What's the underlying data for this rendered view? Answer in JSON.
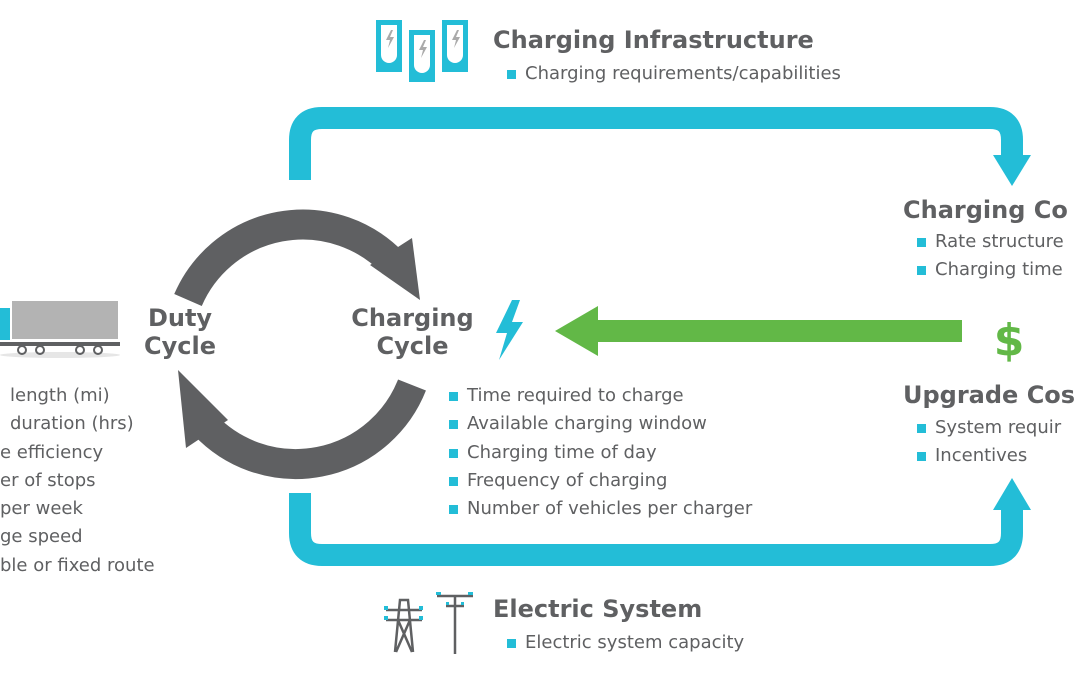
{
  "colors": {
    "cyan": "#23bdd7",
    "gray": "#5f6062",
    "green": "#62b847"
  },
  "infrastructure": {
    "title": "Charging Infrastructure",
    "items": [
      "Charging requirements/capabilities"
    ],
    "icon": "charging-stations-icon"
  },
  "charging_cost": {
    "title": "Charging Co",
    "items": [
      "Rate structure",
      "Charging time"
    ]
  },
  "upgrade_cost": {
    "title": "Upgrade Cos",
    "items": [
      "System requir",
      "Incentives"
    ],
    "icon": "dollar-icon"
  },
  "duty_cycle": {
    "title_line1": "Duty",
    "title_line2": "Cycle",
    "icon": "truck-icon",
    "items": [
      "length (mi)",
      "duration (hrs)",
      "e efficiency",
      "er of stops",
      "per week",
      "ge speed",
      "ble or fixed route"
    ]
  },
  "charging_cycle": {
    "title_line1": "Charging",
    "title_line2": "Cycle",
    "icon": "lightning-icon",
    "items": [
      "Time required to charge",
      "Available charging window",
      "Charging time of day",
      "Frequency of charging",
      "Number of vehicles per charger"
    ]
  },
  "electric_system": {
    "title": "Electric System",
    "items": [
      "Electric system capacity"
    ],
    "icon": "power-tower-icon"
  }
}
